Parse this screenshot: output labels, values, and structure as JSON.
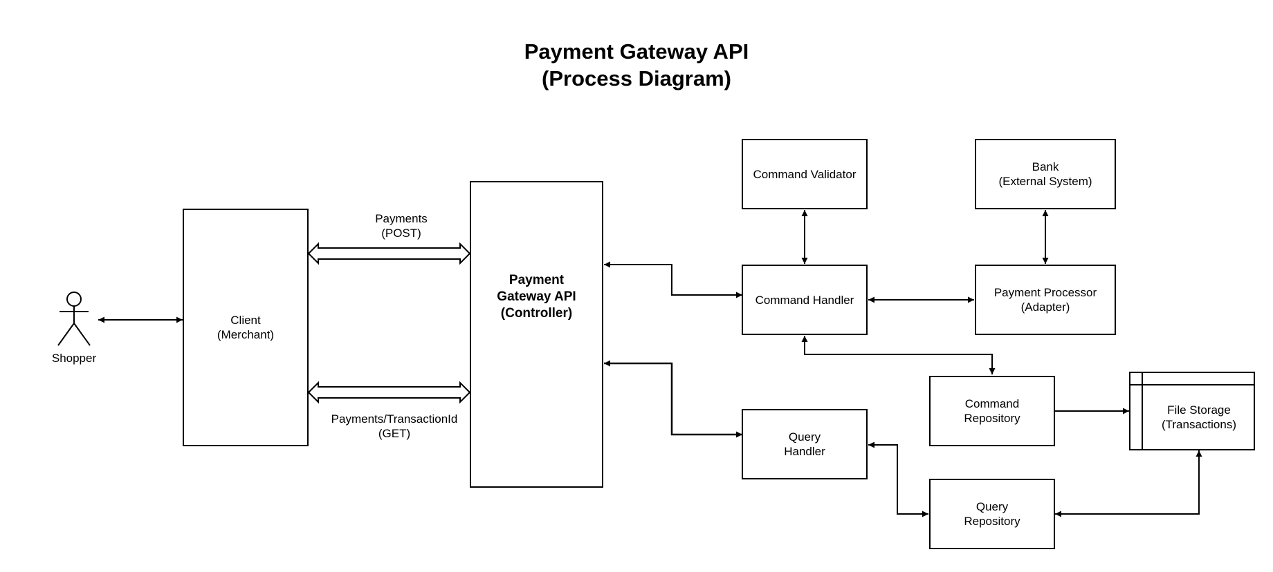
{
  "title": {
    "line1": "Payment Gateway API",
    "line2": "(Process Diagram)"
  },
  "actor": {
    "label": "Shopper",
    "icon": "stick-figure-icon"
  },
  "boxes": {
    "client": {
      "line1": "Client",
      "line2": "(Merchant)"
    },
    "controller": {
      "line1": "Payment",
      "line2": "Gateway API",
      "line3": "(Controller)"
    },
    "command_validator": {
      "line1": "Command Validator"
    },
    "bank": {
      "line1": "Bank",
      "line2": "(External System)"
    },
    "command_handler": {
      "line1": "Command Handler"
    },
    "payment_processor": {
      "line1": "Payment Processor",
      "line2": "(Adapter)"
    },
    "command_repository": {
      "line1": "Command",
      "line2": "Repository"
    },
    "file_storage": {
      "line1": "File Storage",
      "line2": "(Transactions)"
    },
    "query_handler": {
      "line1": "Query",
      "line2": "Handler"
    },
    "query_repository": {
      "line1": "Query",
      "line2": "Repository"
    }
  },
  "connections": {
    "post": {
      "line1": "Payments",
      "line2": "(POST)"
    },
    "get": {
      "line1": "Payments/TransactionId",
      "line2": "(GET)"
    }
  },
  "colors": {
    "stroke": "#000000",
    "background": "#ffffff"
  }
}
